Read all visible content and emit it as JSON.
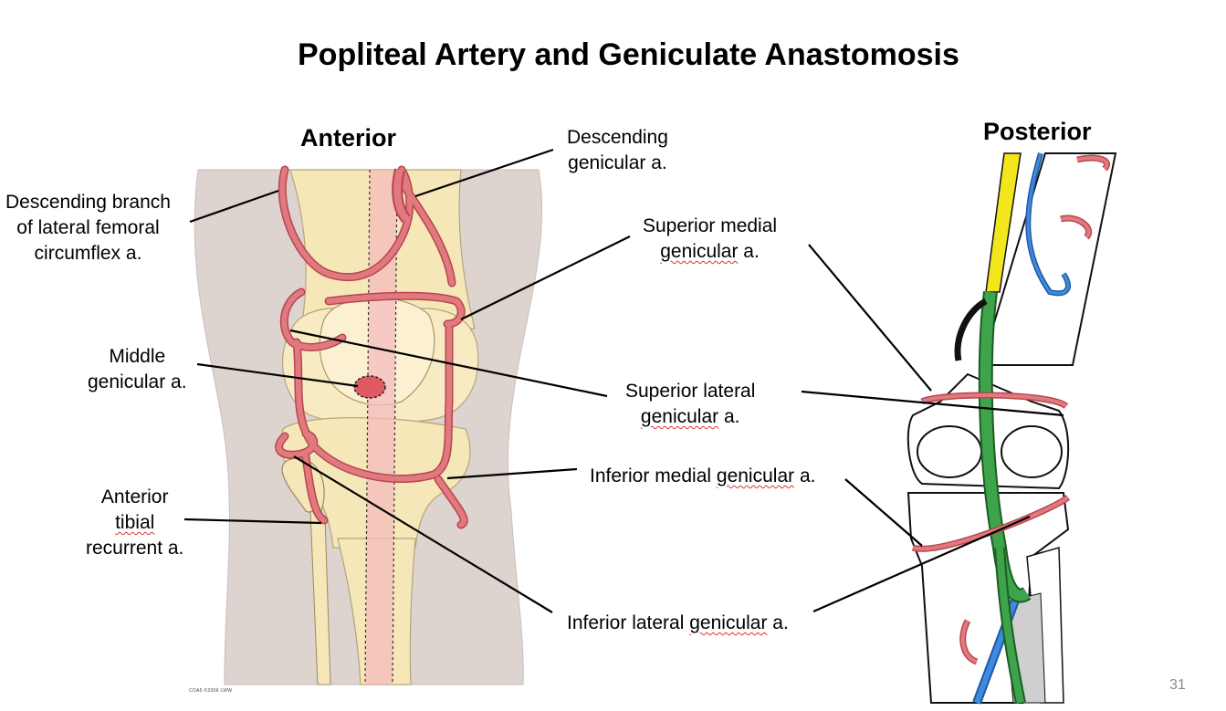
{
  "title": "Popliteal Artery and Geniculate Anastomosis",
  "views": {
    "anterior": "Anterior",
    "posterior": "Posterior"
  },
  "labels": {
    "descending_genicular": [
      "Descending",
      "genicular a."
    ],
    "desc_branch_lateral_femoral": [
      "Descending branch",
      "of lateral femoral",
      "circumflex a."
    ],
    "superior_medial": [
      "Superior medial",
      "genicular",
      " a."
    ],
    "middle": [
      "Middle",
      "genicular a."
    ],
    "superior_lateral": [
      "Superior lateral",
      "genicular",
      " a."
    ],
    "inferior_medial": [
      "Inferior medial ",
      "genicular",
      " a."
    ],
    "anterior_tibial_recurrent": [
      "Anterior",
      "tibial",
      "recurrent a."
    ],
    "inferior_lateral": [
      "Inferior lateral ",
      "genicular",
      " a."
    ]
  },
  "copyright": "COA5 ©2006 LWW",
  "page_number": "31",
  "colors": {
    "artery": "#e07a80",
    "artery_outline": "#b8454d",
    "bone": "#f6e7b9",
    "skin": "#ddd3cf",
    "femoral_artery": "#3ea34b",
    "vein": "#2f74c0",
    "nerve": "#f4e61d"
  }
}
